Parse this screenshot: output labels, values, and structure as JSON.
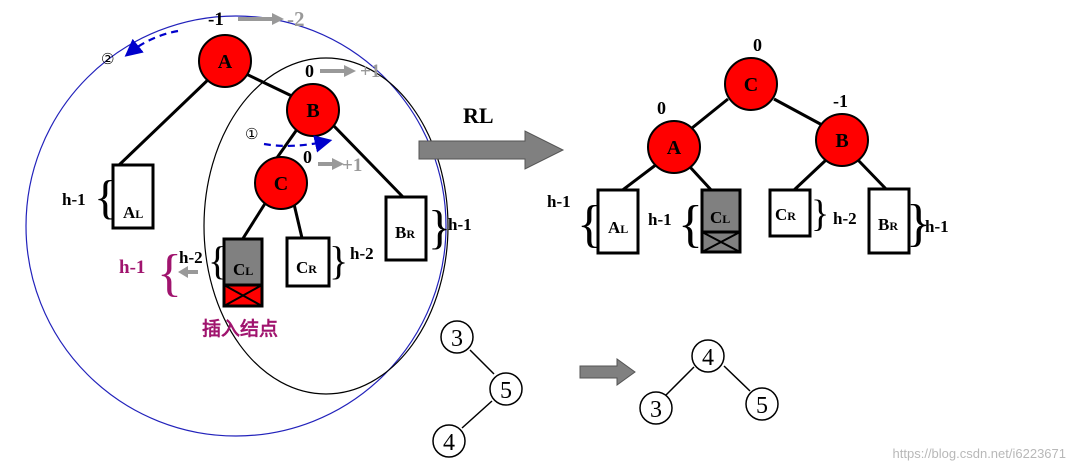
{
  "colors": {
    "node_fill": "#ff0000",
    "subtree_fill": "#808080",
    "arrow_gray": "#999999",
    "height_accent": "#a0146e",
    "rotate_arrow": "#0000cc",
    "big_circle": "#2222bb",
    "block_arrow": "#808080"
  },
  "left": {
    "node_a": "A",
    "node_b": "B",
    "node_c": "C",
    "bf_a_old": "-1",
    "bf_a_new": "-2",
    "bf_b_old": "0",
    "bf_b_new": "+1",
    "bf_c_old": "0",
    "bf_c_new": "+1",
    "step_one": "①",
    "step_two": "②",
    "al_base": "A",
    "al_sub": "L",
    "cl_base": "C",
    "cl_sub": "L",
    "cr_base": "C",
    "cr_sub": "R",
    "br_base": "B",
    "br_sub": "R",
    "h_al": "h-1",
    "h_cl": "h-2",
    "h_cr": "h-2",
    "h_br": "h-1",
    "h_accent": "h-1",
    "insert_label": "插入结点"
  },
  "middle": {
    "rotation_label": "RL"
  },
  "right": {
    "node_c": "C",
    "node_a": "A",
    "node_b": "B",
    "bf_c": "0",
    "bf_a": "0",
    "bf_b": "-1",
    "al_base": "A",
    "al_sub": "L",
    "cl_base": "C",
    "cl_sub": "L",
    "cr_base": "C",
    "cr_sub": "R",
    "br_base": "B",
    "br_sub": "R",
    "h_al": "h-1",
    "h_cl": "h-1",
    "h_cr": "h-2",
    "h_br": "h-1"
  },
  "example": {
    "before": {
      "root": "3",
      "child": "5",
      "grandchild": "4"
    },
    "after": {
      "root": "4",
      "left": "3",
      "right": "5"
    }
  },
  "watermark": "https://blog.csdn.net/i6223671"
}
